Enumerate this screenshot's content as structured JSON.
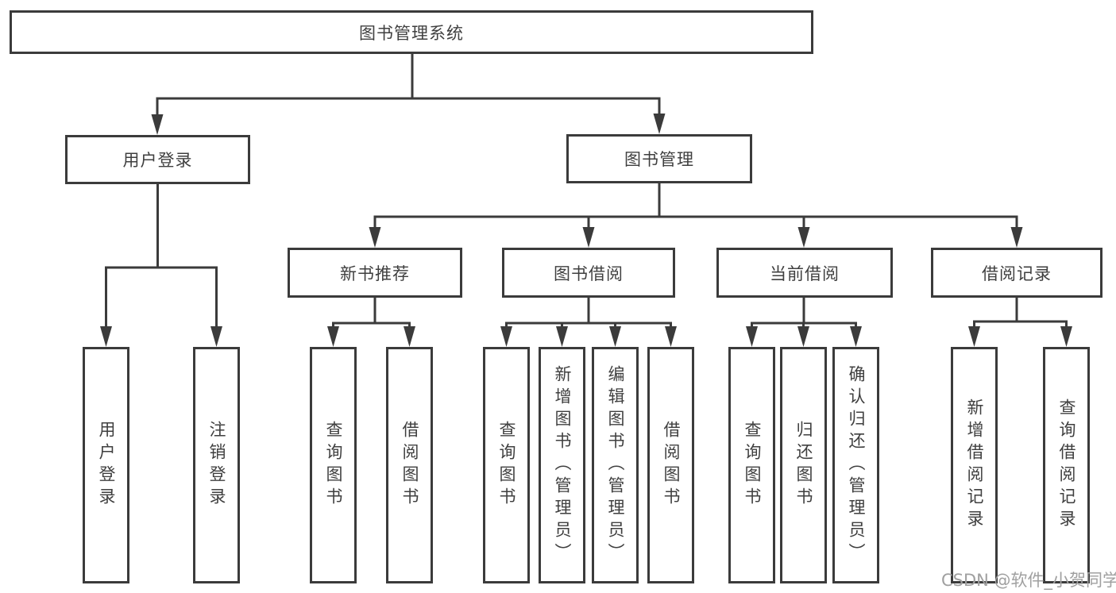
{
  "page": {
    "background_color": "#ffffff",
    "line_color": "#3b3b3b",
    "text_color": "#3f3f3f"
  },
  "diagram": {
    "root": {
      "label": "图书管理系统"
    },
    "level2": [
      {
        "label": "用户登录"
      },
      {
        "label": "图书管理"
      }
    ],
    "level3": [
      {
        "label": "新书推荐"
      },
      {
        "label": "图书借阅"
      },
      {
        "label": "当前借阅"
      },
      {
        "label": "借阅记录"
      }
    ],
    "leaves": [
      {
        "label": "用户登录"
      },
      {
        "label": "注销登录"
      },
      {
        "label": "查询图书"
      },
      {
        "label": "借阅图书"
      },
      {
        "label": "查询图书"
      },
      {
        "label": "新增图书（管理员）"
      },
      {
        "label": "编辑图书（管理员）"
      },
      {
        "label": "借阅图书"
      },
      {
        "label": "查询图书"
      },
      {
        "label": "归还图书"
      },
      {
        "label": "确认归还（管理员）"
      },
      {
        "label": "新增借阅记录"
      },
      {
        "label": "查询借阅记录"
      }
    ]
  },
  "watermark": {
    "text": "CSDN @软件_小贺同学",
    "color": "#a0a0a0"
  }
}
